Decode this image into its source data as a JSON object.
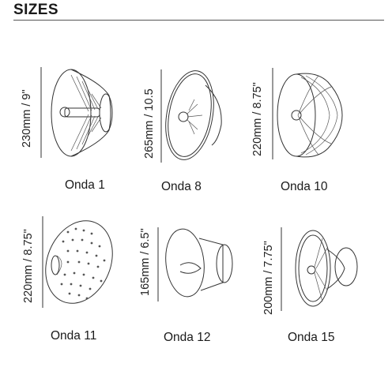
{
  "header": {
    "title": "SIZES"
  },
  "products": [
    {
      "name": "Onda 1",
      "dimension": "230mm / 9\""
    },
    {
      "name": "Onda 8",
      "dimension": "265mm / 10.5"
    },
    {
      "name": "Onda 10",
      "dimension": "220mm / 8.75\""
    },
    {
      "name": "Onda 11",
      "dimension": "220mm / 8.75\""
    },
    {
      "name": "Onda 12",
      "dimension": "165mm / 6.5\""
    },
    {
      "name": "Onda 15",
      "dimension": "200mm / 7.75\""
    }
  ],
  "icons": [
    "onda-1-lamp-icon",
    "onda-8-lamp-icon",
    "onda-10-lamp-icon",
    "onda-11-lamp-icon",
    "onda-12-lamp-icon",
    "onda-15-lamp-icon"
  ]
}
